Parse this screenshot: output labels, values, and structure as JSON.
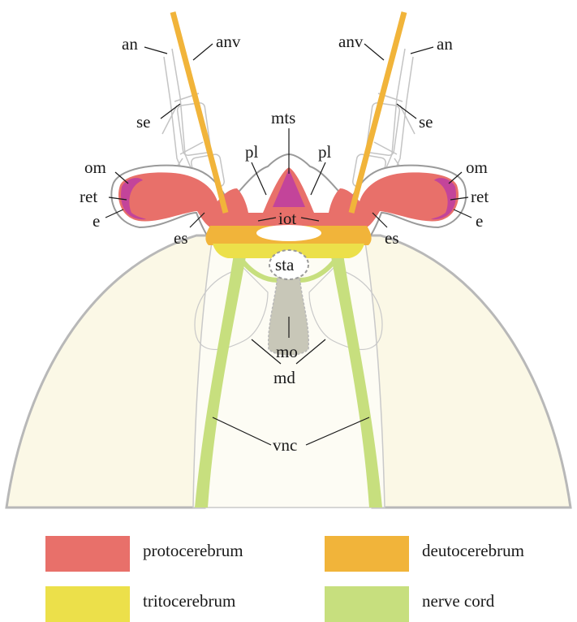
{
  "labels": {
    "an_left": "an",
    "an_right": "an",
    "anv_left": "anv",
    "anv_right": "anv",
    "se_left": "se",
    "se_right": "se",
    "mts": "mts",
    "pl_left": "pl",
    "pl_right": "pl",
    "om_left": "om",
    "om_right": "om",
    "ret_left": "ret",
    "ret_right": "ret",
    "e_left": "e",
    "e_right": "e",
    "iot": "iot",
    "es_left": "es",
    "es_right": "es",
    "sta": "sta",
    "mo": "mo",
    "md": "md",
    "vnc": "vnc"
  },
  "legend": [
    {
      "label": "protocerebrum",
      "color": "#e8706a"
    },
    {
      "label": "deutocerebrum",
      "color": "#f1b43a"
    },
    {
      "label": "tritocerebrum",
      "color": "#ece04a"
    },
    {
      "label": "nerve cord",
      "color": "#c7df7e"
    }
  ],
  "colors": {
    "protocerebrum": "#e8706a",
    "deutocerebrum": "#f1b43a",
    "tritocerebrum": "#ece04a",
    "nerve_cord": "#c7df7e",
    "retina": "#c3449a",
    "body_fill": "#fbf8e6",
    "outline": "#b8b8b8",
    "antennal_nerve": "#f1b43a",
    "mouth": "#c8c7b8"
  }
}
